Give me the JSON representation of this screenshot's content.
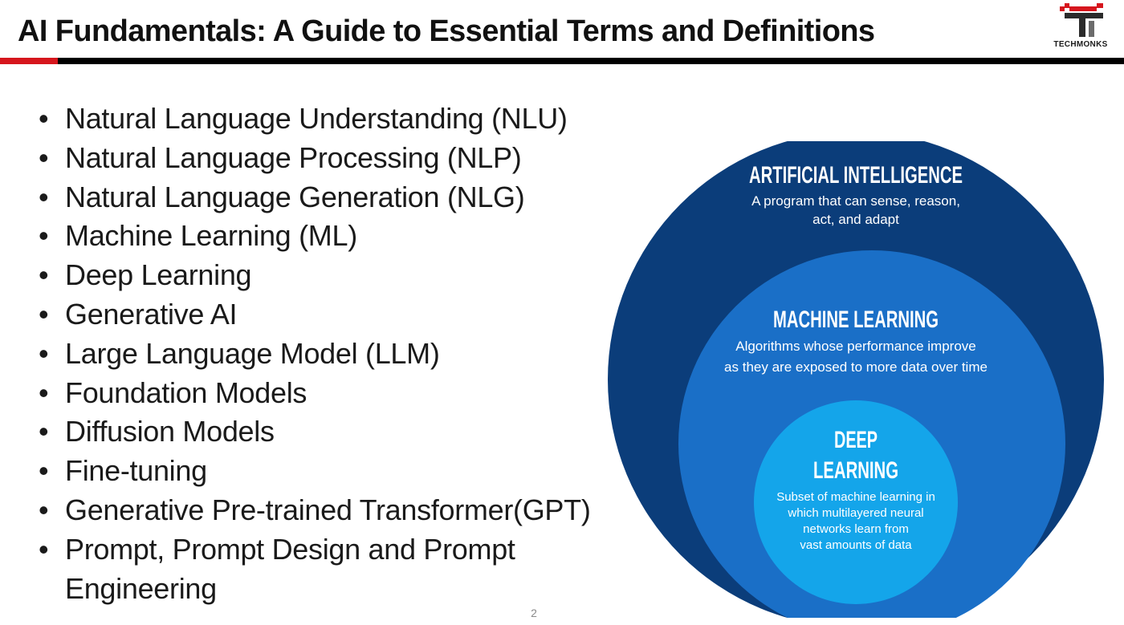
{
  "slide": {
    "title": "AI Fundamentals: A Guide to Essential Terms and Definitions",
    "page_number": "2",
    "logo_text": "TECHMONKS",
    "bullet_glyph": "•",
    "bullets": [
      "Natural Language Understanding (NLU)",
      "Natural Language Processing (NLP)",
      "Natural Language Generation (NLG)",
      "Machine Learning (ML)",
      "Deep Learning",
      "Generative AI",
      "Large Language Model (LLM)",
      "Foundation Models",
      "Diffusion Models",
      "Fine-tuning",
      "Generative Pre-trained Transformer(GPT)",
      "Prompt, Prompt Design and Prompt Engineering"
    ]
  },
  "diagram": {
    "ai": {
      "heading": "ARTIFICIAL INTELLIGENCE",
      "lines": [
        "A program that can sense, reason,",
        "act, and adapt"
      ],
      "color": "#0b3d7a"
    },
    "ml": {
      "heading": "MACHINE LEARNING",
      "lines": [
        "Algorithms whose performance improve",
        "as they are exposed to more data over time"
      ],
      "color": "#1a6fc7"
    },
    "dl": {
      "heading_lines": [
        "DEEP",
        "LEARNING"
      ],
      "lines": [
        "Subset of machine learning in",
        "which multilayered neural",
        "networks learn from",
        "vast amounts of data"
      ],
      "color": "#14a5ea"
    }
  },
  "colors": {
    "accent_red": "#d6161d",
    "rule_black": "#000000",
    "text": "#1a1a1a"
  }
}
